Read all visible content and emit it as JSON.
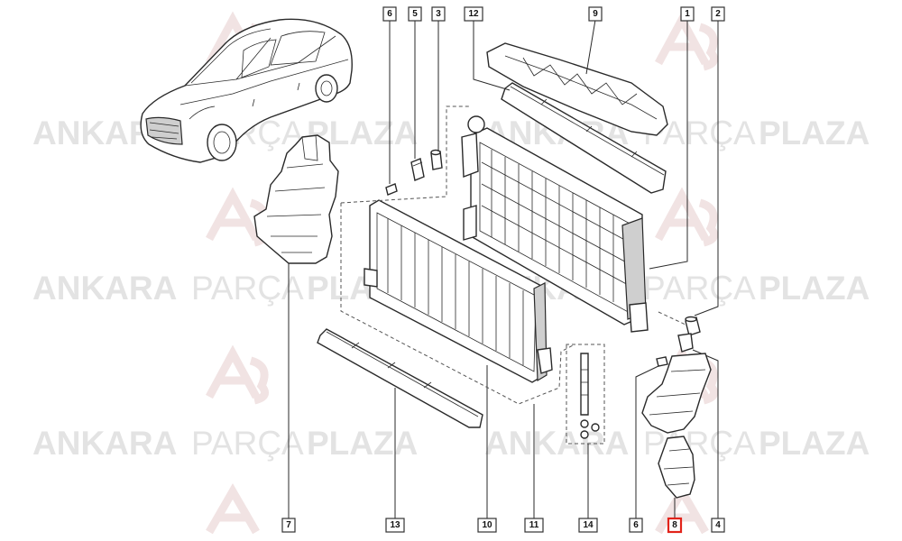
{
  "watermark": {
    "word1": "ANKARA",
    "word2": "PARÇA",
    "word3": "PLAZA",
    "color": "#e3e3e3",
    "logo_color": "#f1e3e3"
  },
  "callouts": [
    {
      "id": "c6a",
      "label": "6",
      "highlighted": false
    },
    {
      "id": "c5",
      "label": "5",
      "highlighted": false
    },
    {
      "id": "c3",
      "label": "3",
      "highlighted": false
    },
    {
      "id": "c12",
      "label": "12",
      "highlighted": false
    },
    {
      "id": "c9",
      "label": "9",
      "highlighted": false
    },
    {
      "id": "c1",
      "label": "1",
      "highlighted": false
    },
    {
      "id": "c2",
      "label": "2",
      "highlighted": false
    },
    {
      "id": "c7",
      "label": "7",
      "highlighted": false
    },
    {
      "id": "c13",
      "label": "13",
      "highlighted": false
    },
    {
      "id": "c10",
      "label": "10",
      "highlighted": false
    },
    {
      "id": "c11",
      "label": "11",
      "highlighted": false
    },
    {
      "id": "c14",
      "label": "14",
      "highlighted": false
    },
    {
      "id": "c6b",
      "label": "6",
      "highlighted": false
    },
    {
      "id": "c8",
      "label": "8",
      "highlighted": true
    },
    {
      "id": "c4",
      "label": "4",
      "highlighted": false
    }
  ],
  "colors": {
    "highlight": "#e2231a",
    "line": "#2a2a2a"
  }
}
